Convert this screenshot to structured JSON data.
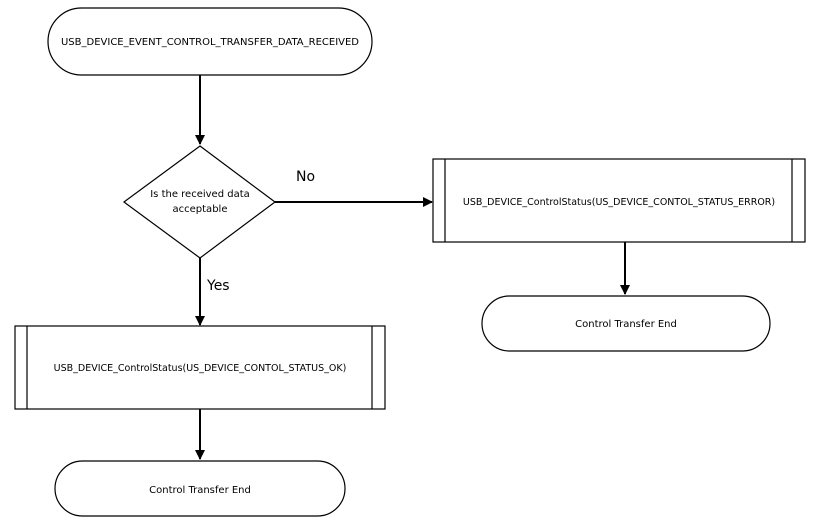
{
  "diagram": {
    "start": {
      "label": "USB_DEVICE_EVENT_CONTROL_TRANSFER_DATA_RECEIVED"
    },
    "decision": {
      "line1": "Is the received data",
      "line2": "acceptable"
    },
    "branch_no": {
      "label": "No"
    },
    "branch_yes": {
      "label": "Yes"
    },
    "process_error": {
      "label": "USB_DEVICE_ControlStatus(US_DEVICE_CONTOL_STATUS_ERROR)"
    },
    "process_ok": {
      "label": "USB_DEVICE_ControlStatus(US_DEVICE_CONTOL_STATUS_OK)"
    },
    "end_right": {
      "label": "Control Transfer End"
    },
    "end_left": {
      "label": "Control Transfer End"
    }
  },
  "colors": {
    "stroke": "#000000",
    "fill": "#ffffff"
  }
}
